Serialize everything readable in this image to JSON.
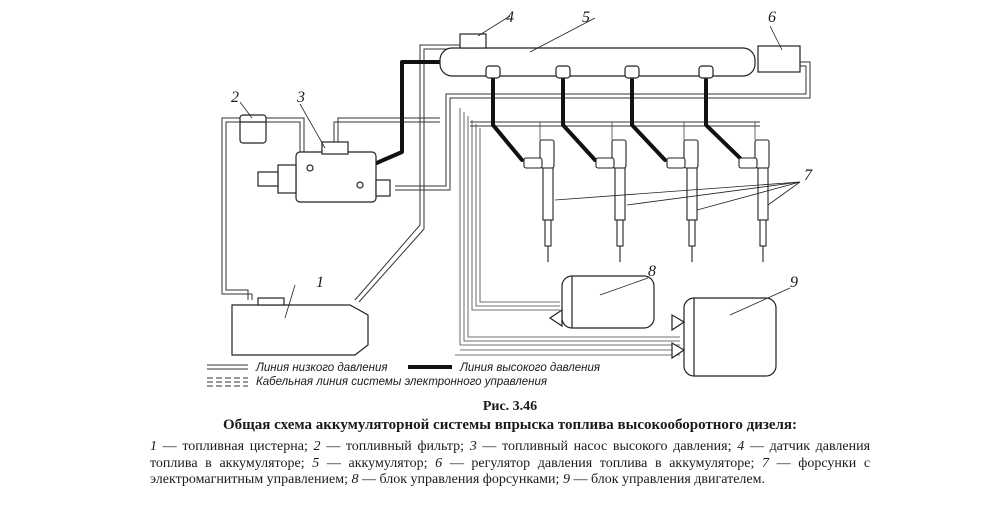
{
  "labels": [
    "1",
    "2",
    "3",
    "4",
    "5",
    "6",
    "7",
    "8",
    "9"
  ],
  "legend": {
    "low_pressure": "Линия низкого давления",
    "high_pressure": "Линия высокого давления",
    "cable": "Кабельная линия системы электронного управления"
  },
  "caption": {
    "figure_label": "Рис. 3.46",
    "title": "Общая схема аккумуляторной системы впрыска топлива высокооборотного дизеля:",
    "items": [
      {
        "num": "1",
        "text": "топливная цистерна"
      },
      {
        "num": "2",
        "text": "топливный фильтр"
      },
      {
        "num": "3",
        "text": "топливный насос высокого давления"
      },
      {
        "num": "4",
        "text": "датчик давления топлива в аккумуляторе"
      },
      {
        "num": "5",
        "text": "аккумулятор"
      },
      {
        "num": "6",
        "text": "регулятор давления топлива в аккумуляторе"
      },
      {
        "num": "7",
        "text": "форсунки с электромагнитным управлением"
      },
      {
        "num": "8",
        "text": "блок управления форсунками"
      },
      {
        "num": "9",
        "text": "блок управления двигателем"
      }
    ]
  }
}
